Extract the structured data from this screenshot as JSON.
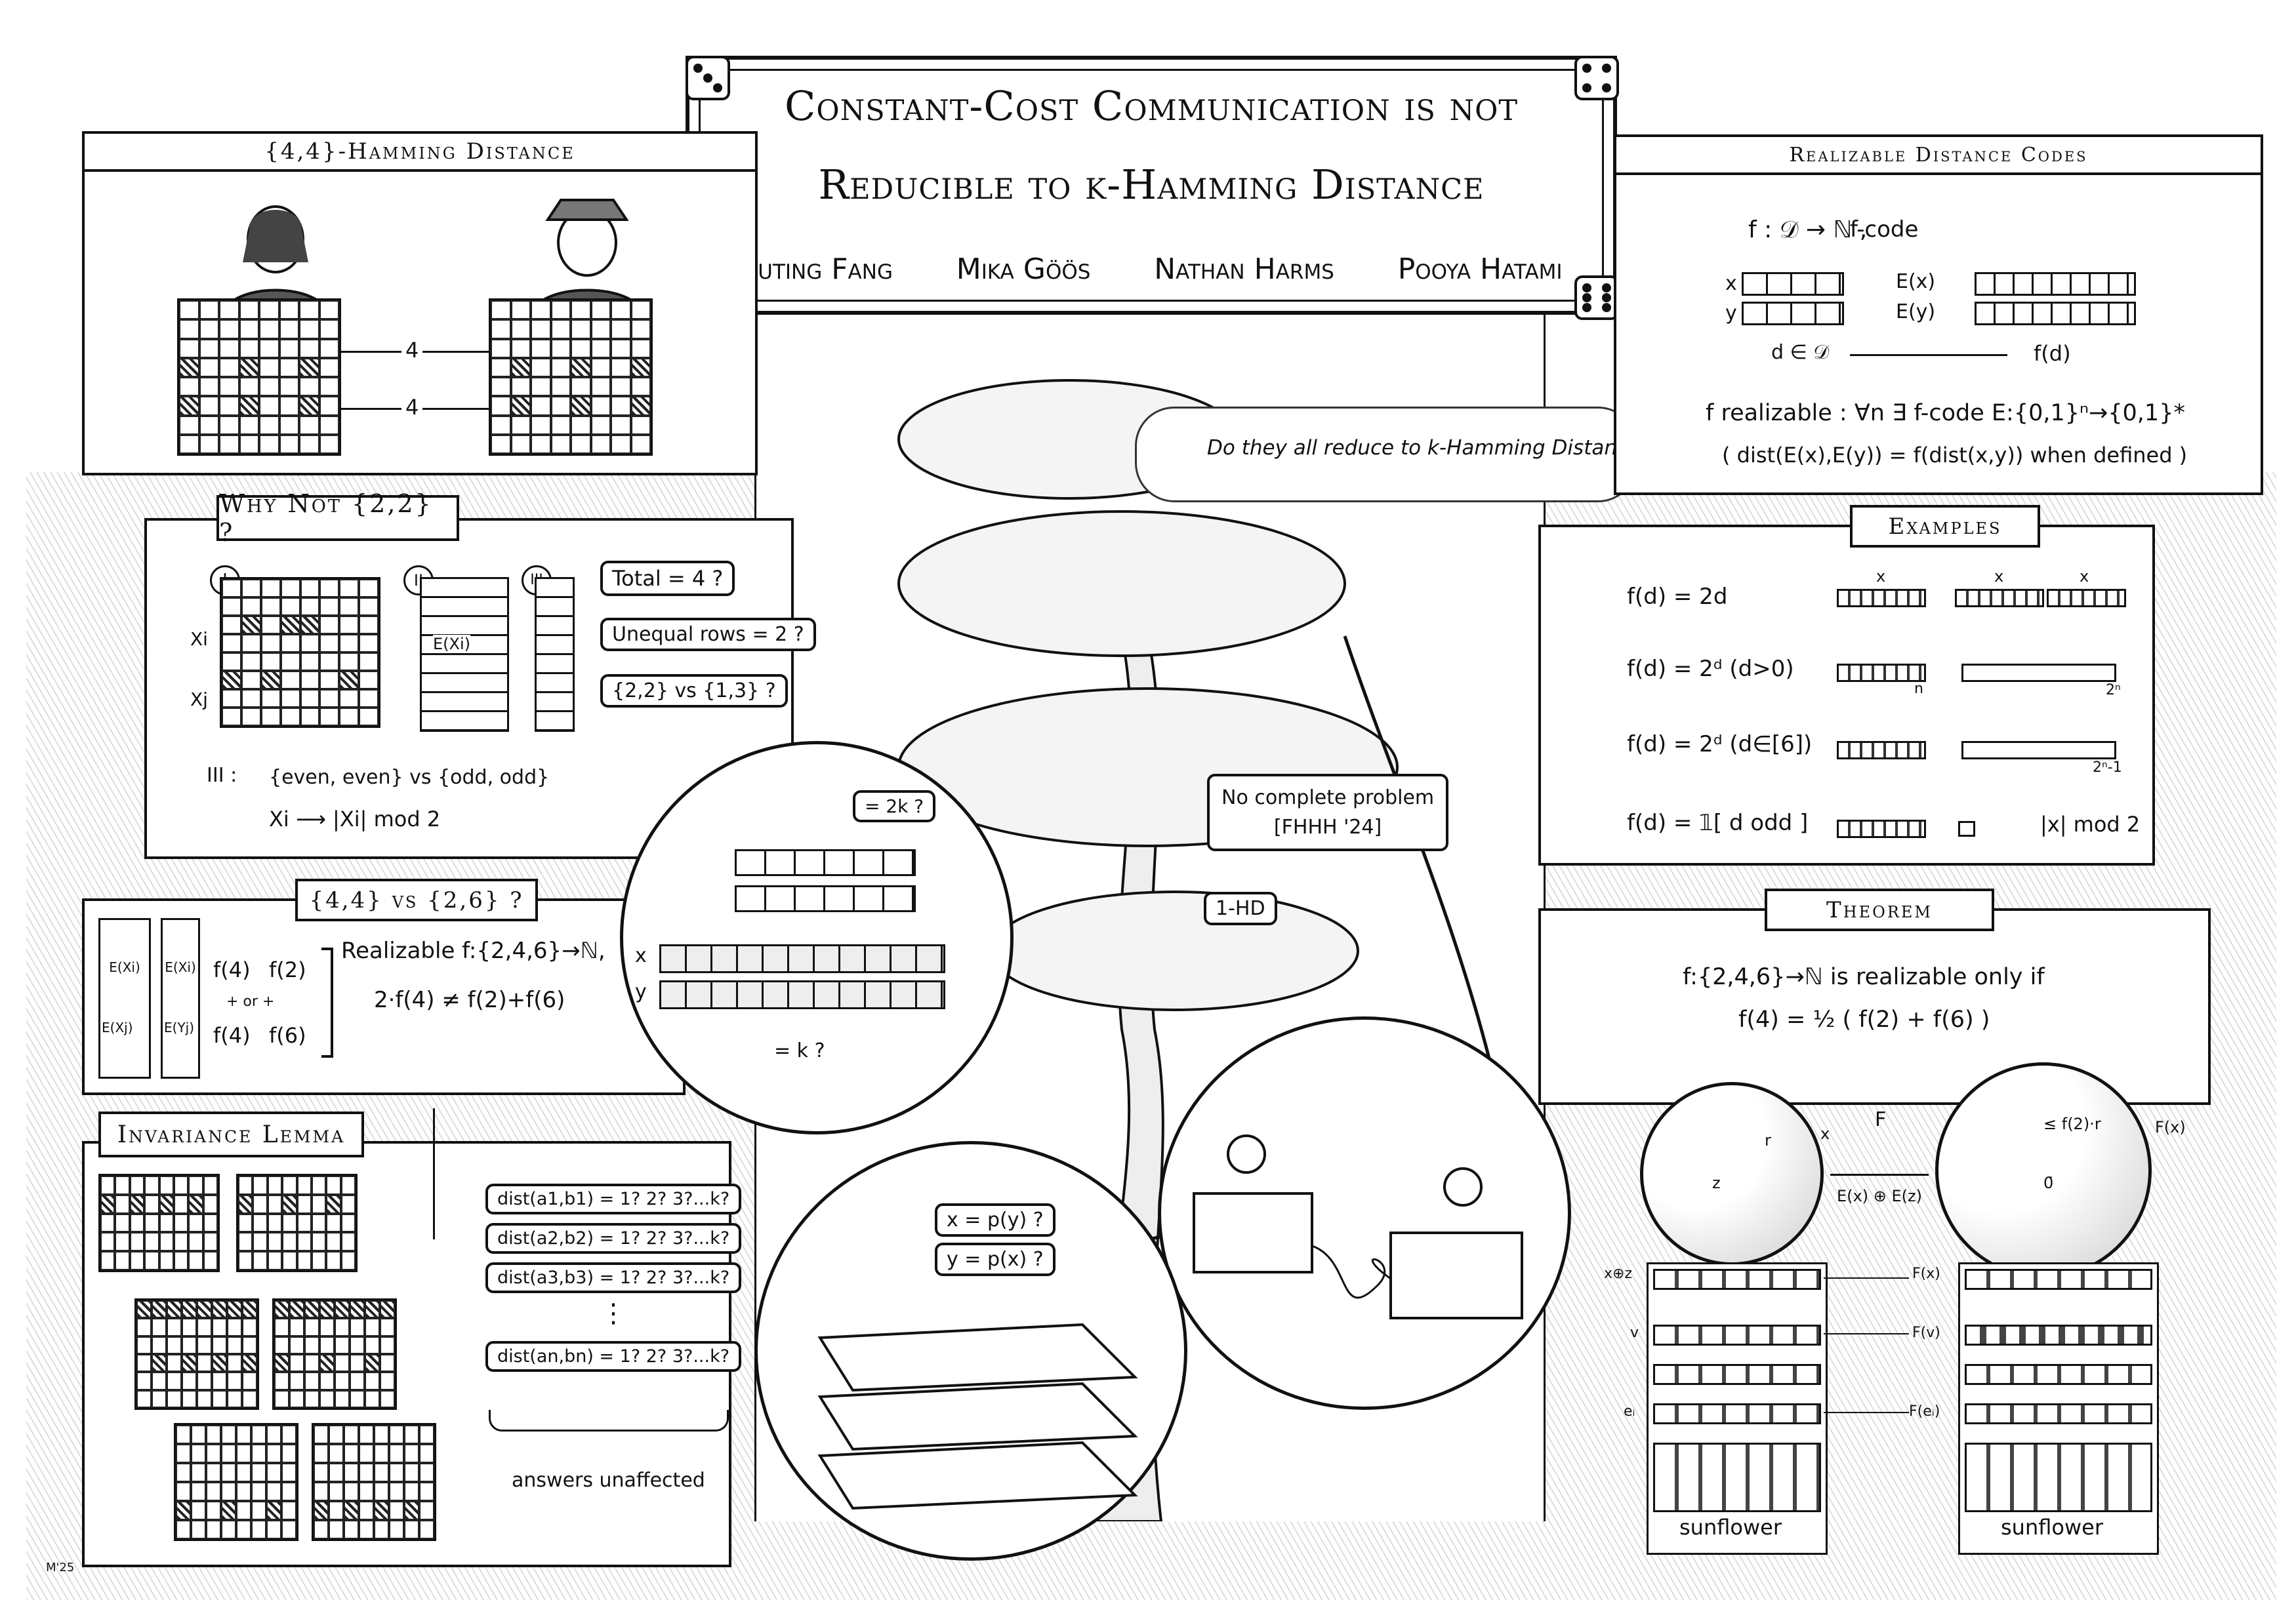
{
  "title": {
    "line1": "Constant-Cost Communication is not",
    "line2": "Reducible to k-Hamming Distance",
    "authors": [
      "Yuting Fang",
      "Mika Göös",
      "Nathan Harms",
      "Pooya Hatami"
    ]
  },
  "hamming": {
    "title": "{4,4}-Hamming Distance",
    "labels": [
      "4",
      "4"
    ]
  },
  "why_not": {
    "title": "Why Not {2,2} ?",
    "roman": [
      "I",
      "II",
      "III"
    ],
    "xi": "Xi",
    "xj": "Xj",
    "exi": "E(Xi)",
    "tags": [
      "Total = 4 ?",
      "Unequal rows = 2 ?",
      "{2,2} vs {1,3} ?"
    ],
    "line1": "{even, even} vs {odd, odd}",
    "line2": "Xi ⟶ |Xi| mod 2",
    "iii_colon": "III :"
  },
  "four_four": {
    "title": "{4,4} vs {2,6} ?",
    "cells": [
      "E(Xi)",
      "E(Xi)",
      "E(Xj)",
      "E(Yj)"
    ],
    "f4": "f(4)",
    "f2": "f(2)",
    "plus_or": "+  or  +",
    "f4b": "f(4)",
    "f6": "f(6)",
    "realizable": "Realizable f:{2,4,6}→ℕ,",
    "ineq": "2·f(4) ≠ f(2)+f(6)"
  },
  "invariance": {
    "title": "Invariance Lemma",
    "dist": [
      "dist(a1,b1) = 1? 2? 3?...k?",
      "dist(a2,b2) = 1? 2? 3?...k?",
      "dist(a3,b3) = 1? 2? 3?...k?",
      "dist(an,bn) = 1? 2? 3?...k?"
    ],
    "vdots": "⋮",
    "answers": "answers unaffected"
  },
  "center": {
    "question": "Do they all reduce to k-Hamming Distance ?",
    "no_complete": "No complete problem",
    "citation": "[FHHH '24]",
    "one_hd": "1-HD",
    "eq2k": "= 2k ?",
    "eqk": "= k ?",
    "x": "x",
    "y": "y",
    "xpy": "x = p(y) ?",
    "ypx": "y = p(x) ?"
  },
  "rdc": {
    "title": "Realizable Distance Codes",
    "fmap": "f : 𝒟 → ℕ ,",
    "fcode": "f-code",
    "x": "x",
    "y": "y",
    "ex": "E(x)",
    "ey": "E(y)",
    "dind": "d ∈ 𝒟",
    "fd": "f(d)",
    "realizable": "f  realizable :  ∀n   ∃ f-code E:{0,1}ⁿ→{0,1}*",
    "dist": "( dist(E(x),E(y)) = f(dist(x,y))  when defined )"
  },
  "examples": {
    "title": "Examples",
    "rows": [
      "f(d) = 2d",
      "f(d) = 2ᵈ  (d>0)",
      "f(d) = 2ᵈ  (d∈[6])",
      "f(d) = 𝟙[ d odd ]"
    ],
    "x": "x",
    "n": "n",
    "twon": "2ⁿ",
    "twon1": "2ⁿ-1",
    "mod": "|x| mod 2"
  },
  "theorem": {
    "title": "Theorem",
    "line1": "f:{2,4,6}→ℕ  is  realizable   only  if",
    "line2": "f(4)  =  ½ ( f(2) + f(6) )"
  },
  "sunflower": {
    "r": "r",
    "x": "x",
    "z": "z",
    "F": "F",
    "exz": "E(x) ⊕ E(z)",
    "le": "≤ f(2)·r",
    "Fx": "F(x)",
    "zero": "0̄",
    "xz": "x⊕z",
    "v": "v",
    "ei": "eᵢ",
    "Fx2": "F(x)",
    "Fv": "F(v)",
    "Fei": "F(eᵢ)",
    "label": "sunflower",
    "label2": "sunflower"
  },
  "signature": "M'25"
}
